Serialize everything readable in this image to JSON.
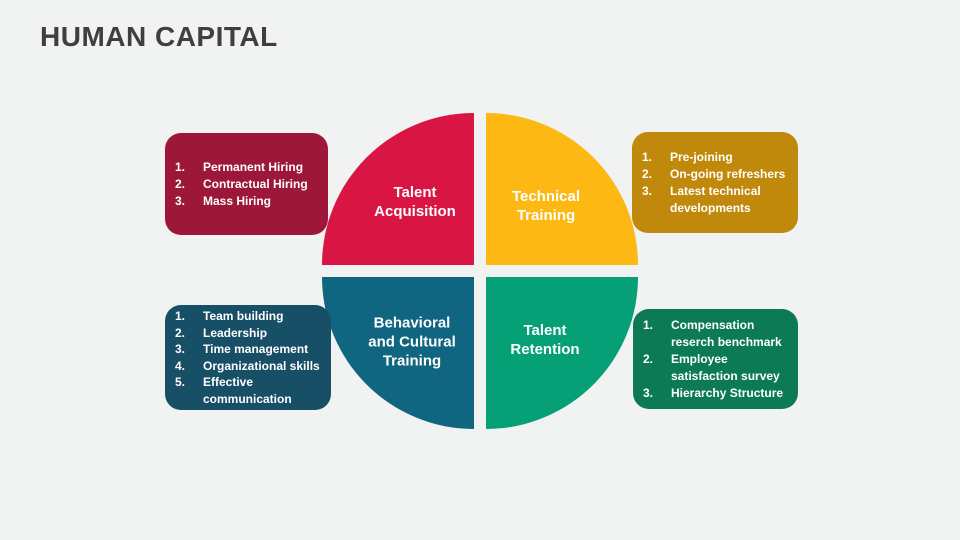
{
  "slide": {
    "title": "HUMAN CAPITAL",
    "title_color": "#3F3F3F",
    "background": "#F1F2F2"
  },
  "quadrants": [
    {
      "id": "talent-acquisition",
      "label": "Talent\nAcquisition",
      "color": "#D81543"
    },
    {
      "id": "technical-training",
      "label": "Technical\nTraining",
      "color": "#FDB813"
    },
    {
      "id": "behavioral-cultural-training",
      "label": "Behavioral\nand Cultural\nTraining",
      "color": "#106680"
    },
    {
      "id": "talent-retention",
      "label": "Talent\nRetention",
      "color": "#06A077"
    }
  ],
  "boxes": [
    {
      "id": "talent-acquisition-points",
      "color": "#9D1838",
      "items": [
        "Permanent Hiring",
        "Contractual Hiring",
        "Mass Hiring"
      ]
    },
    {
      "id": "technical-training-points",
      "color": "#C0890B",
      "items": [
        "Pre-joining",
        "On-going refreshers",
        "Latest technical developments"
      ]
    },
    {
      "id": "behavioral-cultural-training-points",
      "color": "#174F66",
      "items": [
        "Team building",
        "Leadership",
        "Time management",
        "Organizational skills",
        "Effective communication"
      ]
    },
    {
      "id": "talent-retention-points",
      "color": "#0C7A54",
      "items": [
        "Compensation reserch benchmark",
        "Employee satisfaction survey",
        "Hierarchy Structure"
      ]
    }
  ]
}
